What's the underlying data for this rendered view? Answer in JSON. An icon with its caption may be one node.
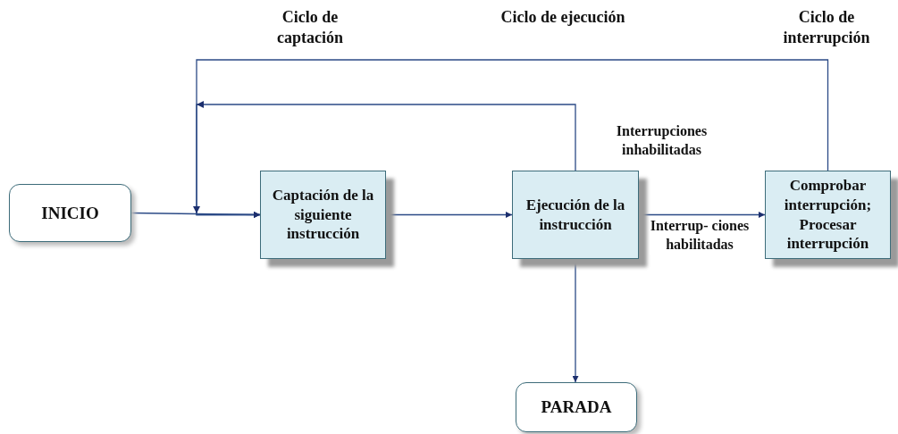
{
  "diagram": {
    "nodes": [
      {
        "text": [
          "INICIO"
        ]
      },
      {
        "text": [
          "Captación de la siguiente instrucción"
        ]
      },
      {
        "text": [
          "Ejecución de la instrucción"
        ]
      },
      {
        "text": [
          "Comprobar interrupción; Procesar interrupción"
        ]
      },
      {
        "text": [
          "PARADA"
        ]
      }
    ],
    "edges": [
      {
        "from": 0,
        "to": 1,
        "arrow": "to"
      },
      {
        "from": 1,
        "to": 2,
        "arrow": "to"
      },
      {
        "from": 2,
        "to": 3,
        "arrow": "to",
        "label": "Interrup- ciones habilitadas"
      },
      {
        "from": 2,
        "to": 1,
        "arrow": "to",
        "label": "Interrupciones inhabilitadas"
      },
      {
        "from": 3,
        "to": 1,
        "arrow": "to"
      },
      {
        "from": 2,
        "to": 4,
        "arrow": "to"
      }
    ],
    "labels": [
      "Ciclo de captación",
      "Ciclo de ejecución",
      "Ciclo de interrupción"
    ]
  }
}
